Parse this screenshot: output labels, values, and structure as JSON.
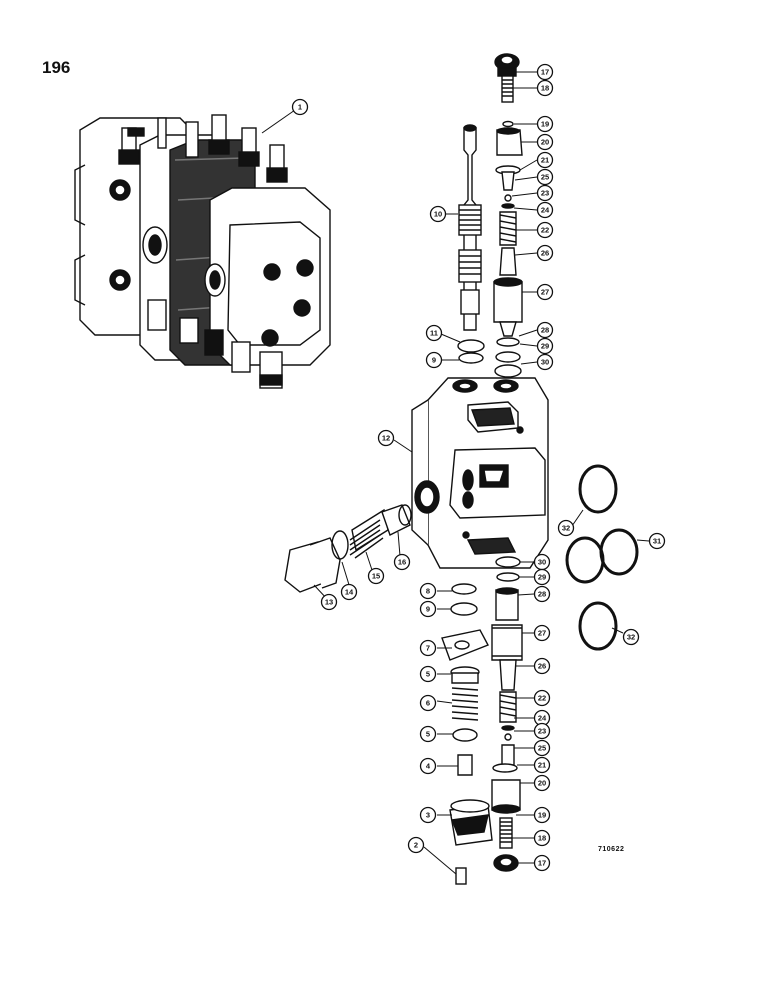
{
  "page_number": "196",
  "drawing_ref": "710622",
  "callouts": [
    {
      "id": "c1",
      "label": "1"
    },
    {
      "id": "c17a",
      "label": "17"
    },
    {
      "id": "c18a",
      "label": "18"
    },
    {
      "id": "c19a",
      "label": "19"
    },
    {
      "id": "c20a",
      "label": "20"
    },
    {
      "id": "c21a",
      "label": "21"
    },
    {
      "id": "c25a",
      "label": "25"
    },
    {
      "id": "c23a",
      "label": "23"
    },
    {
      "id": "c24a",
      "label": "24"
    },
    {
      "id": "c22a",
      "label": "22"
    },
    {
      "id": "c26a",
      "label": "26"
    },
    {
      "id": "c27a",
      "label": "27"
    },
    {
      "id": "c28a",
      "label": "28"
    },
    {
      "id": "c29a",
      "label": "29"
    },
    {
      "id": "c30a",
      "label": "30"
    },
    {
      "id": "c10",
      "label": "10"
    },
    {
      "id": "c11",
      "label": "11"
    },
    {
      "id": "c9a",
      "label": "9"
    },
    {
      "id": "c12",
      "label": "12"
    },
    {
      "id": "c32a",
      "label": "32"
    },
    {
      "id": "c31",
      "label": "31"
    },
    {
      "id": "c32b",
      "label": "32"
    },
    {
      "id": "c16",
      "label": "16"
    },
    {
      "id": "c15",
      "label": "15"
    },
    {
      "id": "c14",
      "label": "14"
    },
    {
      "id": "c13",
      "label": "13"
    },
    {
      "id": "c30b",
      "label": "30"
    },
    {
      "id": "c29b",
      "label": "29"
    },
    {
      "id": "c28b",
      "label": "28"
    },
    {
      "id": "c8",
      "label": "8"
    },
    {
      "id": "c9b",
      "label": "9"
    },
    {
      "id": "c7",
      "label": "7"
    },
    {
      "id": "c27b",
      "label": "27"
    },
    {
      "id": "c26b",
      "label": "26"
    },
    {
      "id": "c5a",
      "label": "5"
    },
    {
      "id": "c6",
      "label": "6"
    },
    {
      "id": "c22b",
      "label": "22"
    },
    {
      "id": "c24b",
      "label": "24"
    },
    {
      "id": "c23b",
      "label": "23"
    },
    {
      "id": "c5b",
      "label": "5"
    },
    {
      "id": "c25b",
      "label": "25"
    },
    {
      "id": "c21b",
      "label": "21"
    },
    {
      "id": "c4",
      "label": "4"
    },
    {
      "id": "c20b",
      "label": "20"
    },
    {
      "id": "c3",
      "label": "3"
    },
    {
      "id": "c19b",
      "label": "19"
    },
    {
      "id": "c18b",
      "label": "18"
    },
    {
      "id": "c2",
      "label": "2"
    },
    {
      "id": "c17b",
      "label": "17"
    }
  ]
}
